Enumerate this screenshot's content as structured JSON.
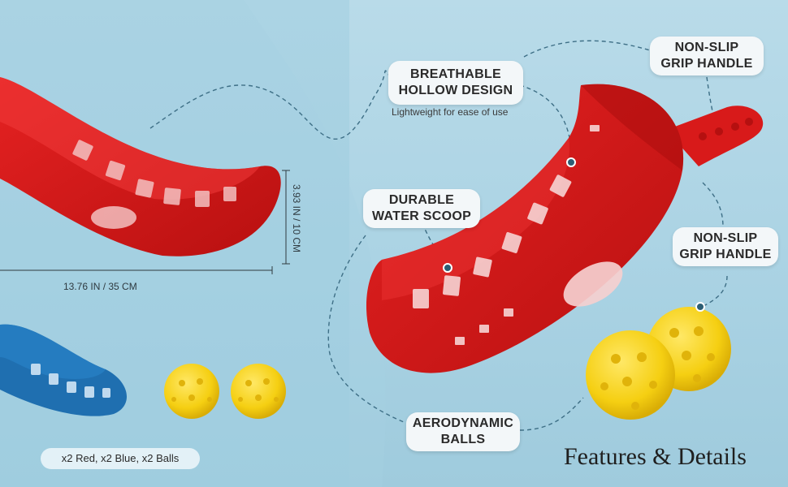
{
  "colors": {
    "red": "#d81a1a",
    "blue": "#1f6fb0",
    "yellow": "#f7d21c",
    "background": "#b6d9e8"
  },
  "callouts": {
    "breathable": {
      "line1": "BREATHABLE",
      "line2": "HOLLOW DESIGN",
      "subtitle": "Lightweight for ease of use"
    },
    "grip_top": {
      "line1": "NON-SLIP",
      "line2": "GRIP HANDLE"
    },
    "durable": {
      "line1": "DURABLE",
      "line2": "WATER SCOOP"
    },
    "grip_right": {
      "line1": "NON-SLIP",
      "line2": "GRIP HANDLE"
    },
    "aerodynamic": {
      "line1": "AERODYNAMIC",
      "line2": "BALLS"
    }
  },
  "dimensions": {
    "width": "13.76 IN / 35 CM",
    "height": "3.93 IN / 10 CM"
  },
  "quantity": "x2 Red, x2 Blue, x2 Balls",
  "title": "Features & Details"
}
